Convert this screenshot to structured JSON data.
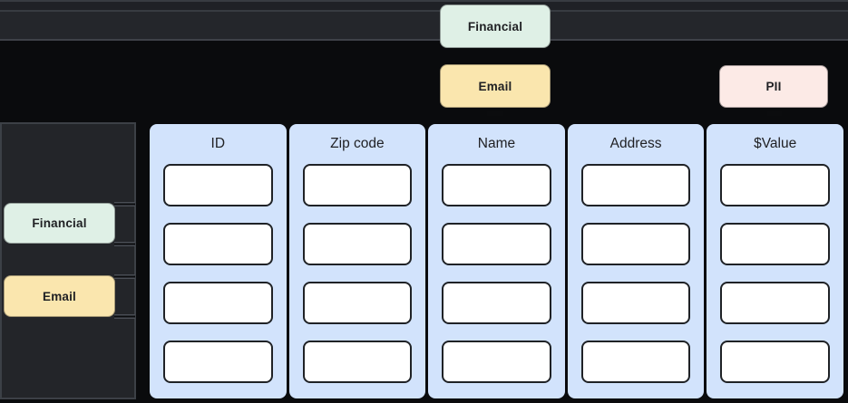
{
  "top_lanes": {
    "lane1": {
      "tags": [
        {
          "label": "Financial"
        }
      ]
    },
    "lane2": {
      "tags": [
        {
          "label": "Email"
        },
        {
          "label": "PII"
        }
      ]
    }
  },
  "sidebar": {
    "tags": [
      {
        "label": "Financial"
      },
      {
        "label": "Email"
      }
    ]
  },
  "table": {
    "columns": [
      {
        "header": "ID",
        "row_count": 4
      },
      {
        "header": "Zip code",
        "row_count": 4
      },
      {
        "header": "Name",
        "row_count": 4
      },
      {
        "header": "Address",
        "row_count": 4
      },
      {
        "header": "$Value",
        "row_count": 4
      }
    ]
  },
  "colors": {
    "financial_tag": "#DFF0E6",
    "email_tag": "#FAE6AE",
    "pii_tag": "#FCEAE6",
    "column_panel": "#D2E3FC",
    "cell_fill": "#FFFFFF",
    "cell_border": "#1F2226",
    "lane_fill": "#24262B",
    "lane_edge": "#3E4148",
    "sidebar_fill": "#232529",
    "background": "#0A0B0D",
    "text_dark": "#202124"
  }
}
